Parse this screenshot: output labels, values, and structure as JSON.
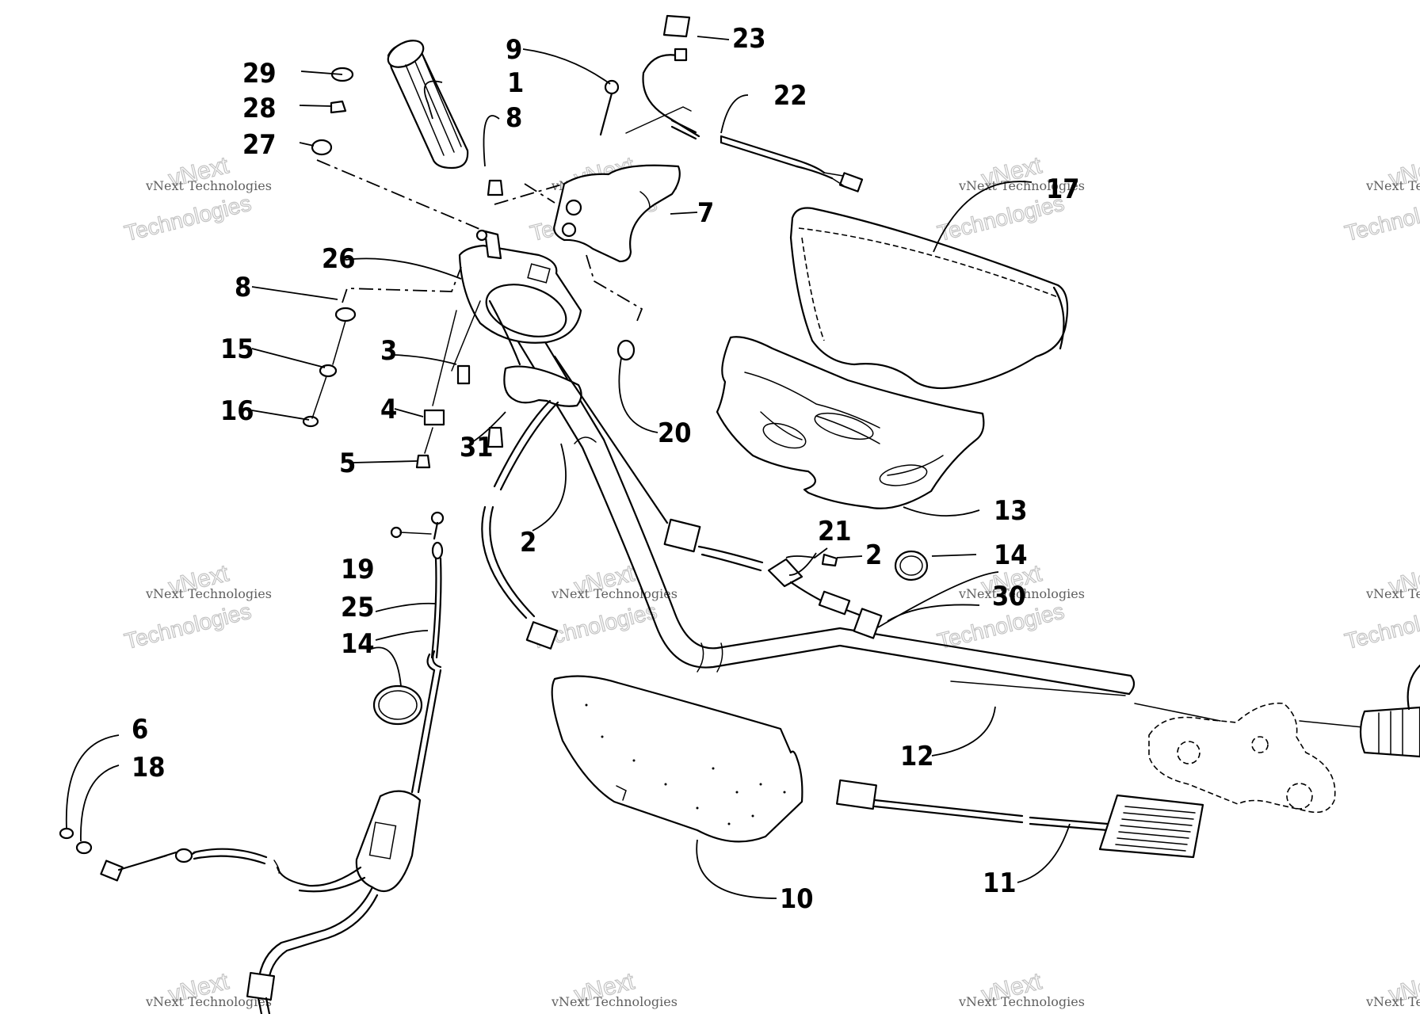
{
  "callouts": [
    {
      "id": "c1",
      "label": "1"
    },
    {
      "id": "c2a",
      "label": "2"
    },
    {
      "id": "c2b",
      "label": "2"
    },
    {
      "id": "c3",
      "label": "3"
    },
    {
      "id": "c4",
      "label": "4"
    },
    {
      "id": "c5",
      "label": "5"
    },
    {
      "id": "c6",
      "label": "6"
    },
    {
      "id": "c7",
      "label": "7"
    },
    {
      "id": "c8a",
      "label": "8"
    },
    {
      "id": "c8b",
      "label": "8"
    },
    {
      "id": "c9",
      "label": "9"
    },
    {
      "id": "c10",
      "label": "10"
    },
    {
      "id": "c11",
      "label": "11"
    },
    {
      "id": "c12",
      "label": "12"
    },
    {
      "id": "c13",
      "label": "13"
    },
    {
      "id": "c14a",
      "label": "14"
    },
    {
      "id": "c14b",
      "label": "14"
    },
    {
      "id": "c15",
      "label": "15"
    },
    {
      "id": "c16",
      "label": "16"
    },
    {
      "id": "c17",
      "label": "17"
    },
    {
      "id": "c18",
      "label": "18"
    },
    {
      "id": "c19",
      "label": "19"
    },
    {
      "id": "c20",
      "label": "20"
    },
    {
      "id": "c21",
      "label": "21"
    },
    {
      "id": "c22",
      "label": "22"
    },
    {
      "id": "c23",
      "label": "23"
    },
    {
      "id": "c25",
      "label": "25"
    },
    {
      "id": "c26",
      "label": "26"
    },
    {
      "id": "c27",
      "label": "27"
    },
    {
      "id": "c28",
      "label": "28"
    },
    {
      "id": "c29",
      "label": "29"
    },
    {
      "id": "c30",
      "label": "30"
    },
    {
      "id": "c31",
      "label": "31"
    }
  ],
  "watermark": {
    "line1": "vNext",
    "line2": "vNext Technologies",
    "line3": "Technologies"
  }
}
